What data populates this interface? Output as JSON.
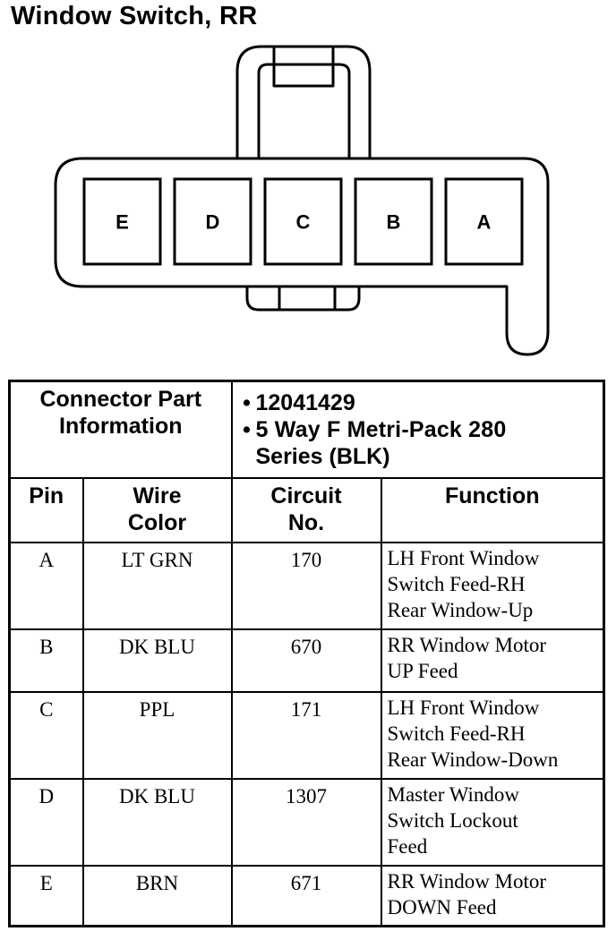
{
  "title": "Window Switch, RR",
  "connector": {
    "pins": [
      "E",
      "D",
      "C",
      "B",
      "A"
    ]
  },
  "part_info": {
    "label_line1": "Connector Part",
    "label_line2": "Information",
    "bullet1": "12041429",
    "bullet2_line1": "5 Way F Metri-Pack 280",
    "bullet2_line2": "Series (BLK)"
  },
  "columns": {
    "pin": "Pin",
    "wire_line1": "Wire",
    "wire_line2": "Color",
    "circuit_line1": "Circuit",
    "circuit_line2": "No.",
    "function": "Function"
  },
  "rows": [
    {
      "pin": "A",
      "color": "LT GRN",
      "circuit": "170",
      "function": [
        "LH Front Window",
        "Switch Feed-RH",
        "Rear Window-Up"
      ]
    },
    {
      "pin": "B",
      "color": "DK BLU",
      "circuit": "670",
      "function": [
        "RR Window Motor",
        "UP Feed"
      ]
    },
    {
      "pin": "C",
      "color": "PPL",
      "circuit": "171",
      "function": [
        "LH Front Window",
        "Switch Feed-RH",
        "Rear Window-Down"
      ]
    },
    {
      "pin": "D",
      "color": "DK BLU",
      "circuit": "1307",
      "function": [
        "Master Window",
        "Switch Lockout",
        "Feed"
      ]
    },
    {
      "pin": "E",
      "color": "BRN",
      "circuit": "671",
      "function": [
        "RR Window Motor",
        "DOWN Feed"
      ]
    }
  ]
}
